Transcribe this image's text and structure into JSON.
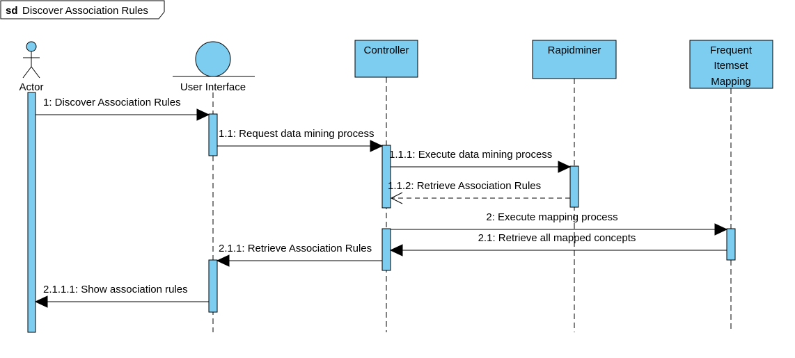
{
  "frame": {
    "keyword": "sd",
    "title": "Discover Association Rules"
  },
  "lifelines": {
    "actor": "Actor",
    "ui": "User Interface",
    "controller": "Controller",
    "rapidminer": "Rapidminer",
    "mapping": [
      "Frequent",
      "Itemset",
      "Mapping"
    ]
  },
  "messages": {
    "m1": "1: Discover Association Rules",
    "m11": "1.1: Request data mining process",
    "m111": "1.1.1: Execute data mining process",
    "m112": "1.1.2: Retrieve Association Rules",
    "m2": "2: Execute mapping process",
    "m21": "2.1: Retrieve all mapped concepts",
    "m211": "2.1.1: Retrieve Association Rules",
    "m2111": "2.1.1.1: Show association rules"
  },
  "colors": {
    "fill": "#7dcdf0",
    "stroke": "#000000",
    "background": "#ffffff"
  }
}
